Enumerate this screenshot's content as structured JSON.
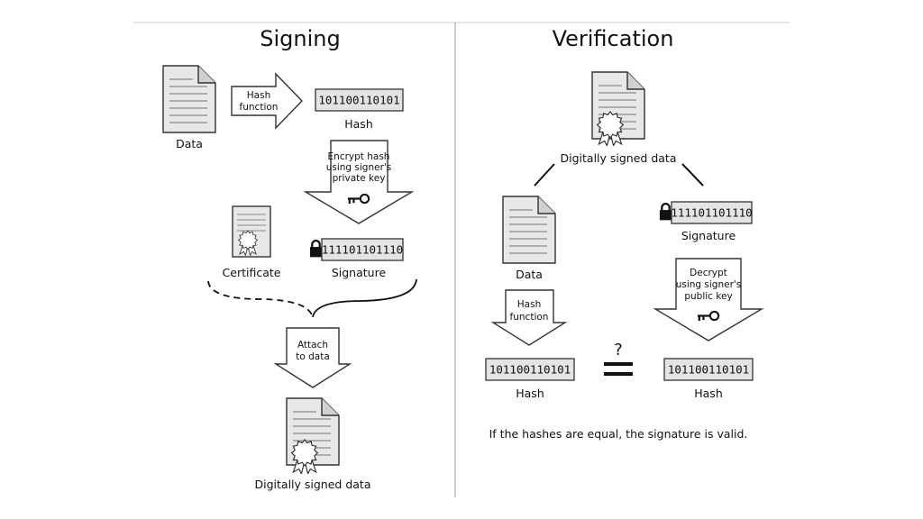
{
  "signing": {
    "title": "Signing",
    "data_label": "Data",
    "hash_function": [
      "Hash",
      "function"
    ],
    "hash_value": "101100110101",
    "hash_label": "Hash",
    "encrypt": [
      "Encrypt hash",
      "using signer's",
      "private key"
    ],
    "certificate_label": "Certificate",
    "signature_value": "111101101110",
    "signature_label": "Signature",
    "attach": [
      "Attach",
      "to data"
    ],
    "signed_label": "Digitally signed data"
  },
  "verification": {
    "title": "Verification",
    "signed_label": "Digitally signed data",
    "data_label": "Data",
    "signature_value": "111101101110",
    "signature_label": "Signature",
    "hash_function": [
      "Hash",
      "function"
    ],
    "decrypt": [
      "Decrypt",
      "using signer's",
      "public key"
    ],
    "hash_value_left": "101100110101",
    "hash_label_left": "Hash",
    "question": "?",
    "hash_value_right": "101100110101",
    "hash_label_right": "Hash",
    "note": "If the hashes are equal, the signature is valid."
  }
}
